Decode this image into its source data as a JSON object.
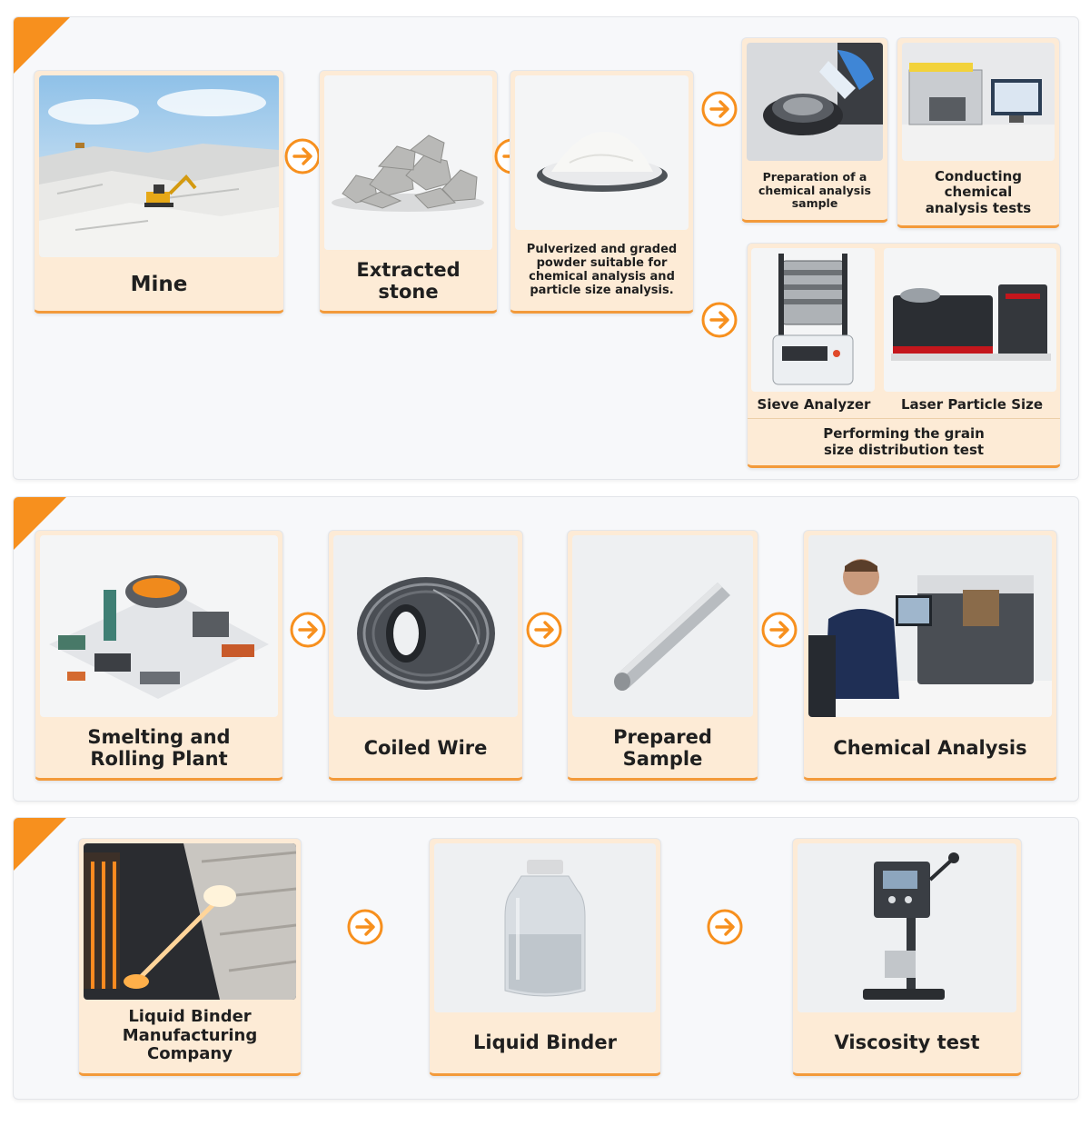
{
  "colors": {
    "accent": "#f7901e",
    "card": "#fdebd6",
    "panel": "#f7f8fa"
  },
  "row1": {
    "mine": "Mine",
    "extracted_stone": "Extracted stone",
    "powder": "Pulverized and graded powder suitable for chemical analysis and particle size analysis.",
    "prep_sample": "Preparation of a chemical analysis sample",
    "conducting_tests": "Conducting chemical analysis tests",
    "sieve_analyzer": "Sieve Analyzer",
    "laser_particle": "Laser Particle Size",
    "grain_size_test": "Performing the grain size distribution test"
  },
  "row2": {
    "smelting": "Smelting and Rolling Plant",
    "coiled_wire": "Coiled Wire",
    "prepared_sample": "Prepared Sample",
    "chemical_analysis": "Chemical Analysis"
  },
  "row3": {
    "binder_company": "Liquid Binder Manufacturing Company",
    "liquid_binder": "Liquid Binder",
    "viscosity": "Viscosity test"
  },
  "icons": {
    "arrow": "arrow-right-circle-icon"
  }
}
